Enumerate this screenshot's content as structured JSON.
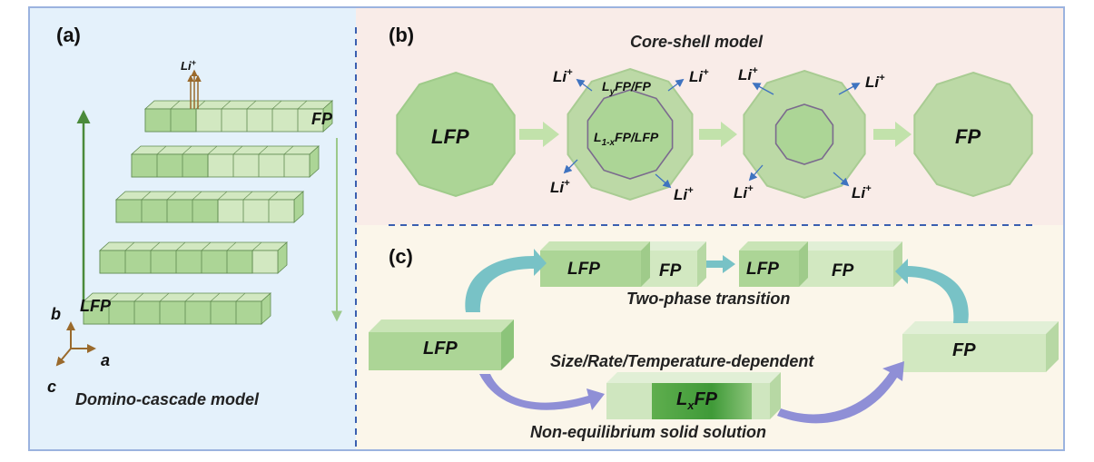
{
  "panels": {
    "a": {
      "label": "(a)",
      "caption": "Domino-cascade model",
      "li_label": "Li",
      "li_charge": "+",
      "fp_label": "FP",
      "lfp_label": "LFP",
      "axis_b": "b",
      "axis_a": "a",
      "axis_c": "c"
    },
    "b": {
      "label": "(b)",
      "title": "Core-shell model",
      "stage1": "LFP",
      "shell_main": "L",
      "shell_sub": "y",
      "shell_rest": "FP/FP",
      "core_main": "L",
      "core_sub": "1-x",
      "core_rest": "FP/LFP",
      "stage4": "FP",
      "li": "Li",
      "li_charge": "+"
    },
    "c": {
      "label": "(c)",
      "two_phase": "Two-phase transition",
      "dependence": "Size/Rate/Temperature-dependent",
      "solid_solution": "Non-equilibrium solid solution",
      "left_block": "LFP",
      "right_block": "FP",
      "bar1_lfp": "LFP",
      "bar1_fp": "FP",
      "bar2_lfp": "LFP",
      "bar2_fp": "FP",
      "lx_main": "L",
      "lx_sub": "x",
      "lx_rest": "FP"
    }
  },
  "colors": {
    "panel_a_bg": "#e4f1fb",
    "panel_b_bg": "#f9ece8",
    "panel_c_bg": "#fbf6ea",
    "frame": "#9bb3df",
    "divider": "#3a5fb0",
    "green_dark": "#8cc47a",
    "green_mid": "#acd596",
    "green_light": "#d2e8c1",
    "arrow_teal": "#78c2c6",
    "arrow_purple": "#8f8fd6",
    "arrow_blue": "#3f73c0",
    "arrow_brown": "#9a6a2c"
  }
}
